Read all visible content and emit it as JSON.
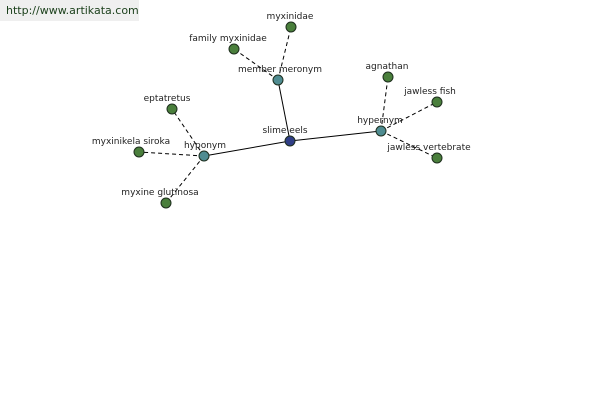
{
  "watermark": "http://www.artikata.com",
  "colors": {
    "center": "#303e86",
    "relation": "#4f8c91",
    "leaf": "#4a7f3c"
  },
  "nodes": [
    {
      "id": "slime-eels",
      "label": "slime eels",
      "kind": "center"
    },
    {
      "id": "member-meronym",
      "label": "member meronym",
      "kind": "relation"
    },
    {
      "id": "hypernym",
      "label": "hypernym",
      "kind": "relation"
    },
    {
      "id": "hyponym",
      "label": "hyponym",
      "kind": "relation"
    },
    {
      "id": "myxinidae",
      "label": "myxinidae",
      "kind": "leaf"
    },
    {
      "id": "family-myxinidae",
      "label": "family myxinidae",
      "kind": "leaf"
    },
    {
      "id": "agnathan",
      "label": "agnathan",
      "kind": "leaf"
    },
    {
      "id": "jawless-fish",
      "label": "jawless fish",
      "kind": "leaf"
    },
    {
      "id": "jawless-vertebrate",
      "label": "jawless vertebrate",
      "kind": "leaf"
    },
    {
      "id": "eptatretus",
      "label": "eptatretus",
      "kind": "leaf"
    },
    {
      "id": "myxinikela-siroka",
      "label": "myxinikela siroka",
      "kind": "leaf"
    },
    {
      "id": "myxine-glutinosa",
      "label": "myxine glutinosa",
      "kind": "leaf"
    }
  ],
  "edges": [
    {
      "from": "slime-eels",
      "to": "member-meronym",
      "style": "solid"
    },
    {
      "from": "slime-eels",
      "to": "hypernym",
      "style": "solid"
    },
    {
      "from": "slime-eels",
      "to": "hyponym",
      "style": "solid"
    },
    {
      "from": "member-meronym",
      "to": "myxinidae",
      "style": "dashed"
    },
    {
      "from": "member-meronym",
      "to": "family-myxinidae",
      "style": "dashed"
    },
    {
      "from": "hypernym",
      "to": "agnathan",
      "style": "dashed"
    },
    {
      "from": "hypernym",
      "to": "jawless-fish",
      "style": "dashed"
    },
    {
      "from": "hypernym",
      "to": "jawless-vertebrate",
      "style": "dashed"
    },
    {
      "from": "hyponym",
      "to": "eptatretus",
      "style": "dashed"
    },
    {
      "from": "hyponym",
      "to": "myxinikela-siroka",
      "style": "dashed"
    },
    {
      "from": "hyponym",
      "to": "myxine-glutinosa",
      "style": "dashed"
    }
  ]
}
